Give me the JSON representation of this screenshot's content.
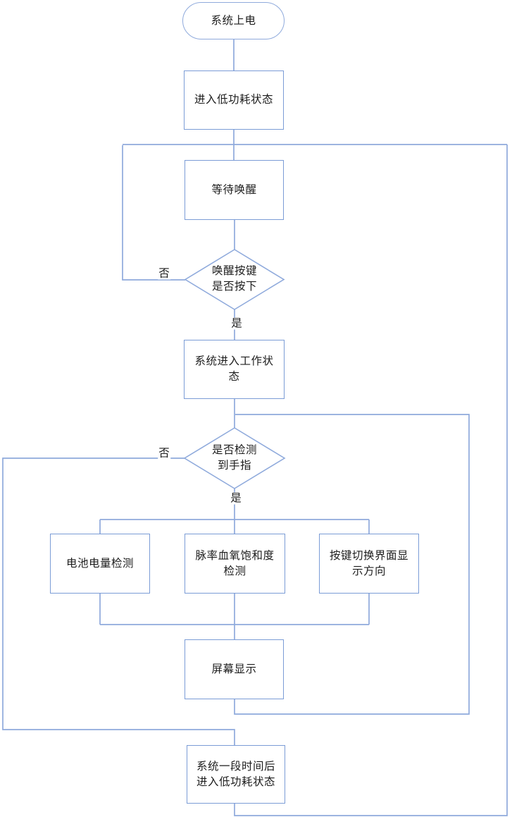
{
  "diagram": {
    "type": "flowchart",
    "colors": {
      "connector": "#8faadc",
      "shape_border": "#7b9cd6",
      "diamond_border": "#8faadc",
      "text": "#1c1c1c",
      "background": "#ffffff"
    },
    "nodes": {
      "power_on": {
        "type": "terminator",
        "label": "系统上电"
      },
      "enter_low_power": {
        "type": "process",
        "label": "进入低功耗状态"
      },
      "wait_wakeup": {
        "type": "process",
        "label": "等待唤醒"
      },
      "wakeup_key_check": {
        "type": "decision",
        "label": "唤醒按键\n是否按下"
      },
      "enter_work_state": {
        "type": "process",
        "label": "系统进入工作状\n态"
      },
      "finger_check": {
        "type": "decision",
        "label": "是否检测\n到手指"
      },
      "battery_check": {
        "type": "process",
        "label": "电池电量检测"
      },
      "spo2_check": {
        "type": "process",
        "label": "脉率血氧饱和度\n检测"
      },
      "key_switch_display": {
        "type": "process",
        "label": "按键切换界面显\n示方向"
      },
      "screen_display": {
        "type": "process",
        "label": "屏幕显示"
      },
      "timeout_low_power": {
        "type": "process",
        "label": "系统一段时间后\n进入低功耗状态"
      }
    },
    "edge_labels": {
      "wakeup_no": "否",
      "wakeup_yes": "是",
      "finger_no": "否",
      "finger_yes": "是"
    }
  }
}
